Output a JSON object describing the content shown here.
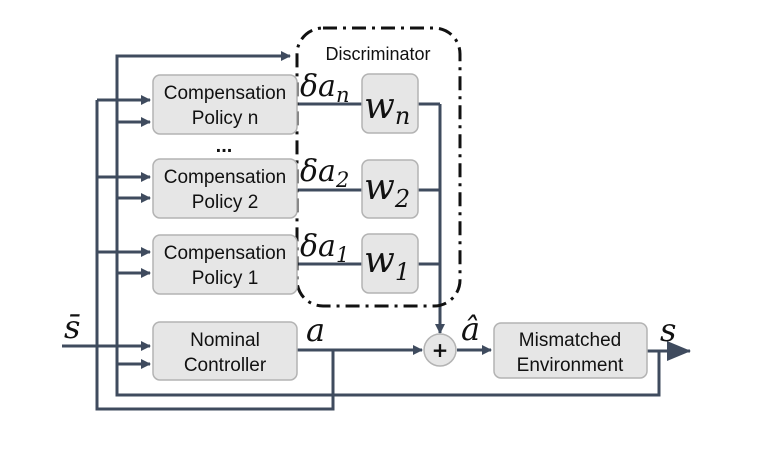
{
  "colors": {
    "line": "#3f4b5e",
    "box_fill": "#e6e6e6",
    "box_stroke": "#b3b3b3",
    "text": "#111111",
    "discriminator_border": "#111111"
  },
  "discriminator": {
    "title": "Discriminator"
  },
  "policies": [
    {
      "line1": "Compensation",
      "line2": "Policy n",
      "delta_base": "δa",
      "delta_sub": "n",
      "weight_base": "w",
      "weight_sub": "n"
    },
    {
      "line1": "Compensation",
      "line2": "Policy 2",
      "delta_base": "δa",
      "delta_sub": "2",
      "weight_base": "w",
      "weight_sub": "2"
    },
    {
      "line1": "Compensation",
      "line2": "Policy 1",
      "delta_base": "δa",
      "delta_sub": "1",
      "weight_base": "w",
      "weight_sub": "1"
    }
  ],
  "ellipsis": "...",
  "nominal_controller": {
    "line1": "Nominal",
    "line2": "Controller",
    "output_label": "a"
  },
  "summation": {
    "symbol": "+"
  },
  "summed_action_label": "â",
  "input_label": "s̄",
  "environment": {
    "line1": "Mismatched",
    "line2": "Environment",
    "output_label": "s"
  }
}
